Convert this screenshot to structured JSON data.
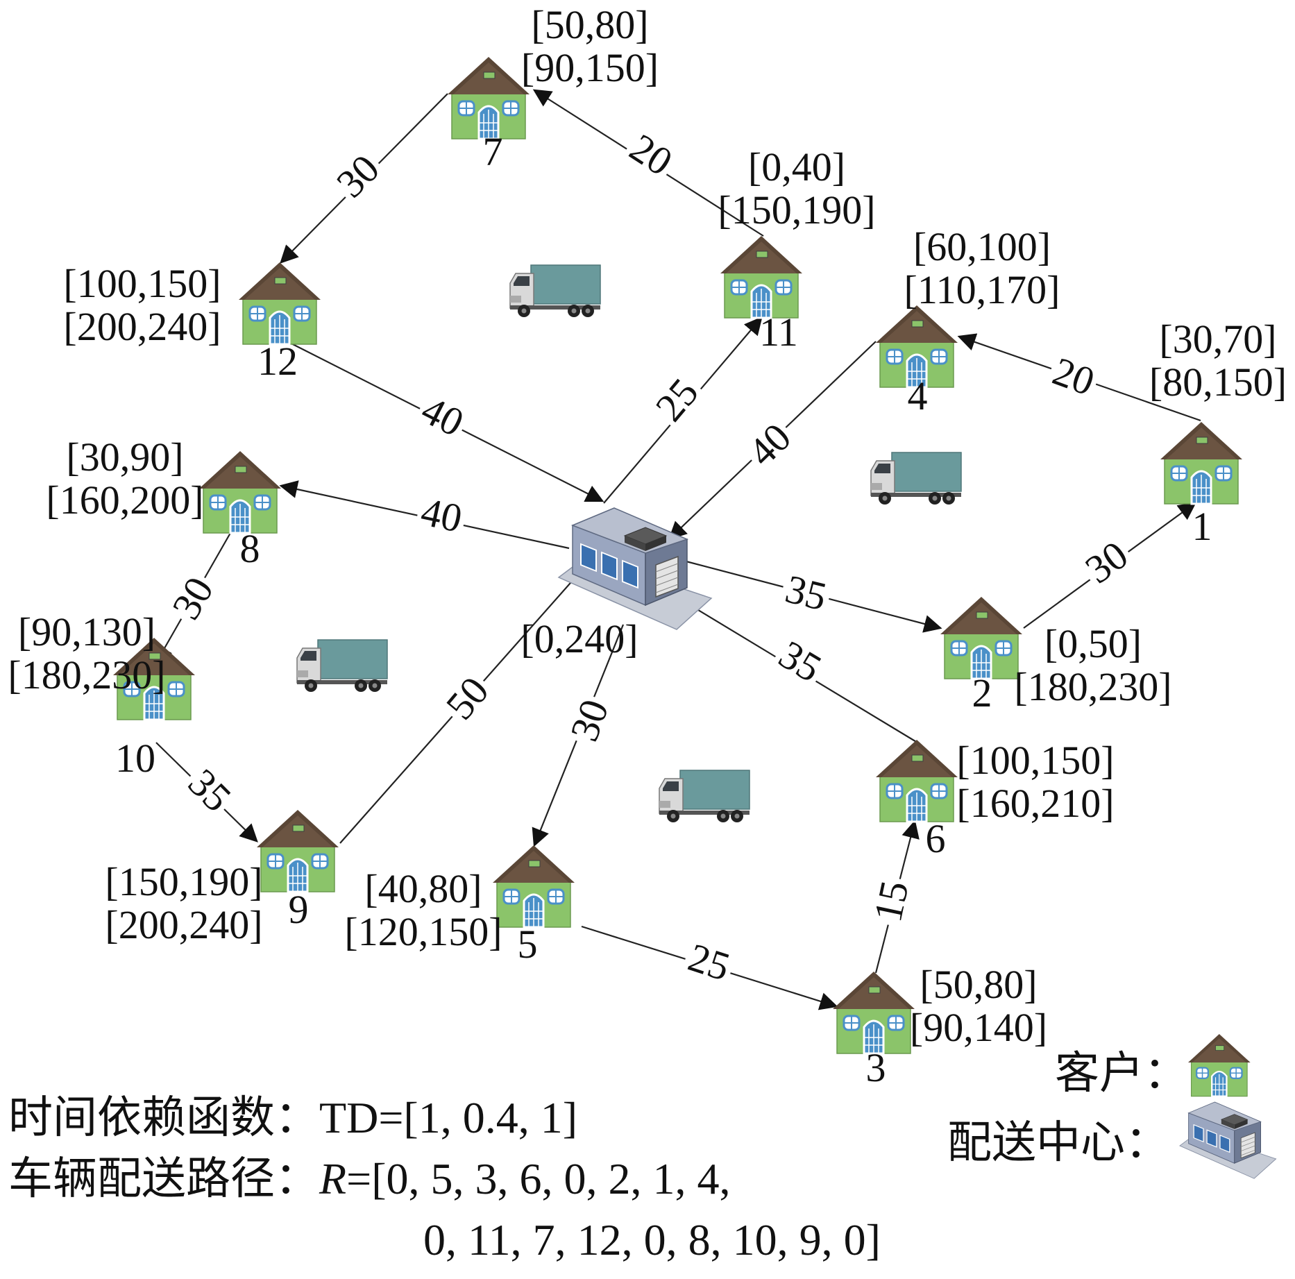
{
  "icons": {
    "customer": "house-icon",
    "depot": "distribution-center-icon",
    "vehicle": "truck-icon"
  },
  "colors": {
    "house_wall": "#8bc46a",
    "house_roof": "#5a4636",
    "house_window": "#4a90c8",
    "truck_cargo": "#6a9a9c",
    "depot_body": "#8a96b0"
  },
  "depot": {
    "id": "0",
    "window": "[0,240]"
  },
  "customers": [
    {
      "id": "1",
      "tw1": "[30,70]",
      "tw2": "[80,150]"
    },
    {
      "id": "2",
      "tw1": "[0,50]",
      "tw2": "[180,230]"
    },
    {
      "id": "3",
      "tw1": "[50,80]",
      "tw2": "[90,140]"
    },
    {
      "id": "4",
      "tw1": "[60,100]",
      "tw2": "[110,170]"
    },
    {
      "id": "5",
      "tw1": "[40,80]",
      "tw2": "[120,150]"
    },
    {
      "id": "6",
      "tw1": "[100,150]",
      "tw2": "[160,210]"
    },
    {
      "id": "7",
      "tw1": "[50,80]",
      "tw2": "[90,150]"
    },
    {
      "id": "8",
      "tw1": "[30,90]",
      "tw2": "[160,200]"
    },
    {
      "id": "9",
      "tw1": "[150,190]",
      "tw2": "[200,240]"
    },
    {
      "id": "10",
      "tw1": "[90,130]",
      "tw2": "[180,230]"
    },
    {
      "id": "11",
      "tw1": "[0,40]",
      "tw2": "[150,190]"
    },
    {
      "id": "12",
      "tw1": "[100,150]",
      "tw2": "[200,240]"
    }
  ],
  "edges": [
    {
      "from": "0",
      "to": "5",
      "weight": "30"
    },
    {
      "from": "5",
      "to": "3",
      "weight": "25"
    },
    {
      "from": "3",
      "to": "6",
      "weight": "15"
    },
    {
      "from": "6",
      "to": "0",
      "weight": "35"
    },
    {
      "from": "0",
      "to": "2",
      "weight": "35"
    },
    {
      "from": "2",
      "to": "1",
      "weight": "30"
    },
    {
      "from": "1",
      "to": "4",
      "weight": "20"
    },
    {
      "from": "4",
      "to": "0",
      "weight": "40"
    },
    {
      "from": "0",
      "to": "11",
      "weight": "25"
    },
    {
      "from": "11",
      "to": "7",
      "weight": "20"
    },
    {
      "from": "7",
      "to": "12",
      "weight": "30"
    },
    {
      "from": "12",
      "to": "0",
      "weight": "40"
    },
    {
      "from": "0",
      "to": "8",
      "weight": "40"
    },
    {
      "from": "8",
      "to": "10",
      "weight": "30"
    },
    {
      "from": "10",
      "to": "9",
      "weight": "35"
    },
    {
      "from": "9",
      "to": "0",
      "weight": "50"
    }
  ],
  "footer": {
    "td_label": "时间依赖函数：",
    "td_value": "TD=[1, 0.4, 1]",
    "route_label": "车辆配送路径：",
    "route_var": "R",
    "route_line1": "=[0, 5, 3, 6, 0, 2, 1, 4,",
    "route_line2": "0, 11, 7, 12, 0, 8, 10, 9, 0]"
  },
  "legend": {
    "customer_label": "客户：",
    "depot_label": "配送中心："
  }
}
